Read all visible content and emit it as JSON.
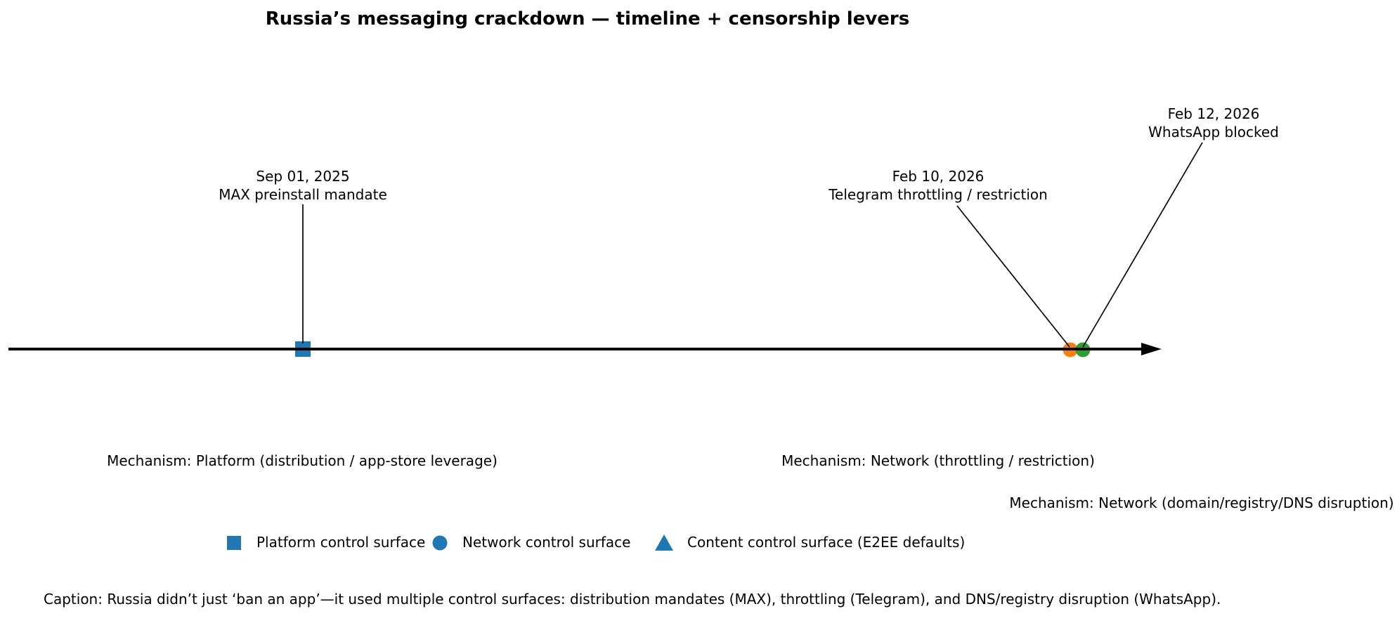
{
  "title": "Russia’s messaging crackdown — timeline + censorship levers",
  "caption": "Caption: Russia didn’t just ‘ban an app’—it used multiple control surfaces: distribution mandates (MAX), throttling (Telegram), and DNS/registry disruption (WhatsApp).",
  "chart_data": {
    "type": "scatter",
    "subtype": "timeline",
    "title": "Russia’s messaging crackdown — timeline + censorship levers",
    "xlabel": "",
    "ylabel": "",
    "axis_style": "single horizontal arrow axis, no ticks, no gridlines",
    "events": [
      {
        "date": "Sep 01, 2025",
        "label": "MAX preinstall mandate",
        "mechanism": "Mechanism: Platform (distribution / app-store leverage)",
        "marker": "square",
        "color": "#1f77b4"
      },
      {
        "date": "Feb 10, 2026",
        "label": "Telegram throttling / restriction",
        "mechanism": "Mechanism: Network (throttling / restriction)",
        "marker": "circle",
        "color": "#ff7f0e"
      },
      {
        "date": "Feb 12, 2026",
        "label": "WhatsApp blocked",
        "mechanism": "Mechanism: Network (domain/registry/DNS disruption)",
        "marker": "circle",
        "color": "#2ca02c"
      }
    ],
    "legend": {
      "position": "bottom",
      "marker_color": "#1f77b4",
      "entries": [
        {
          "label": "Platform control surface",
          "marker": "square"
        },
        {
          "label": "Network control surface",
          "marker": "circle"
        },
        {
          "label": "Content control surface (E2EE defaults)",
          "marker": "triangle"
        }
      ]
    },
    "caption": "Caption: Russia didn’t just ‘ban an app’—it used multiple control surfaces: distribution mandates (MAX), throttling (Telegram), and DNS/registry disruption (WhatsApp).",
    "line_color": "#000000"
  }
}
